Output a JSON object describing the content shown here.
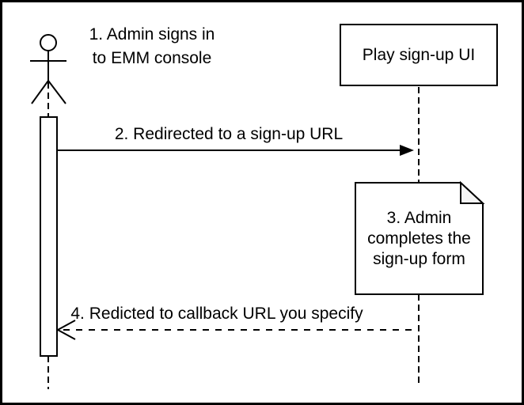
{
  "diagram": {
    "colors": {
      "stroke": "#000000",
      "background": "#ffffff",
      "note_fold_fill": "#f5f5f5"
    },
    "participants": {
      "play_box_label": "Play sign-up UI"
    },
    "messages": {
      "step1": "1. Admin signs in\nto EMM console",
      "step2": "2. Redirected to a sign-up URL",
      "step3": "3. Admin\ncompletes the\nsign-up form",
      "step4": "4. Redicted to callback URL you specify"
    }
  }
}
